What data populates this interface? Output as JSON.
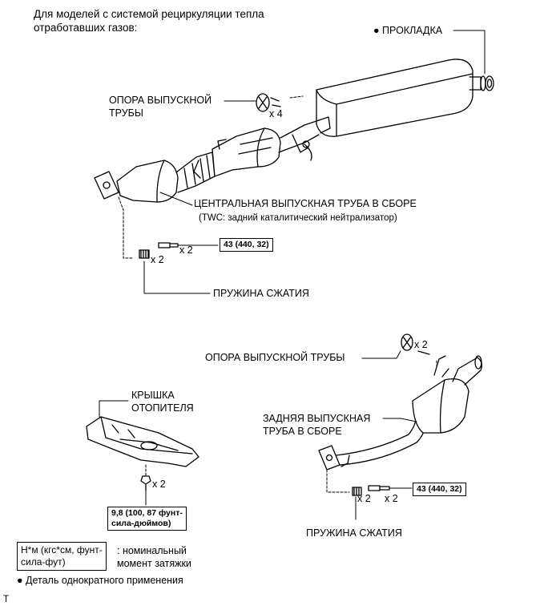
{
  "header": {
    "note_line1": "Для моделей с системой рециркуляции тепла",
    "note_line2": "отработавших газов:"
  },
  "labels": {
    "gasket": "● ПРОКЛАДКА",
    "exhaust_support_top_l1": "ОПОРА ВЫПУСКНОЙ",
    "exhaust_support_top_l2": "ТРУБЫ",
    "qty_x4": "x 4",
    "center_pipe_l1": "ЦЕНТРАЛЬНАЯ ВЫПУСКНАЯ ТРУБА В СБОРЕ",
    "center_pipe_l2": "(TWC: задний каталитический нейтрализатор)",
    "torque_top": "43 (440, 32)",
    "qty_x2_bolt_top": "x 2",
    "qty_x2_spring_top": "x 2",
    "compression_spring_top": "ПРУЖИНА СЖАТИЯ",
    "exhaust_support_bottom": "ОПОРА ВЫПУСКНОЙ ТРУБЫ",
    "qty_x2_support_bottom": "x 2",
    "heater_cover_l1": "КРЫШКА",
    "heater_cover_l2": "ОТОПИТЕЛЯ",
    "qty_x2_heater": "x 2",
    "torque_heater_l1": "9,8 (100, 87 фунт-",
    "torque_heater_l2": "сила-дюймов)",
    "rear_pipe_l1": "ЗАДНЯЯ ВЫПУСКНАЯ",
    "rear_pipe_l2": "ТРУБА В СБОРЕ",
    "qty_x2_spring_bottom": "x 2",
    "qty_x2_bolt_bottom": "x 2",
    "torque_bottom": "43 (440, 32)",
    "compression_spring_bottom": "ПРУЖИНА СЖАТИЯ"
  },
  "legend": {
    "unit_l1": "Н*м (кгс*см, фунт-",
    "unit_l2": "сила-фут)",
    "unit_desc_l1": ": номинальный",
    "unit_desc_l2": "момент затяжки",
    "single_use": "● Деталь однократного применения"
  },
  "footer": {
    "code": "T"
  }
}
